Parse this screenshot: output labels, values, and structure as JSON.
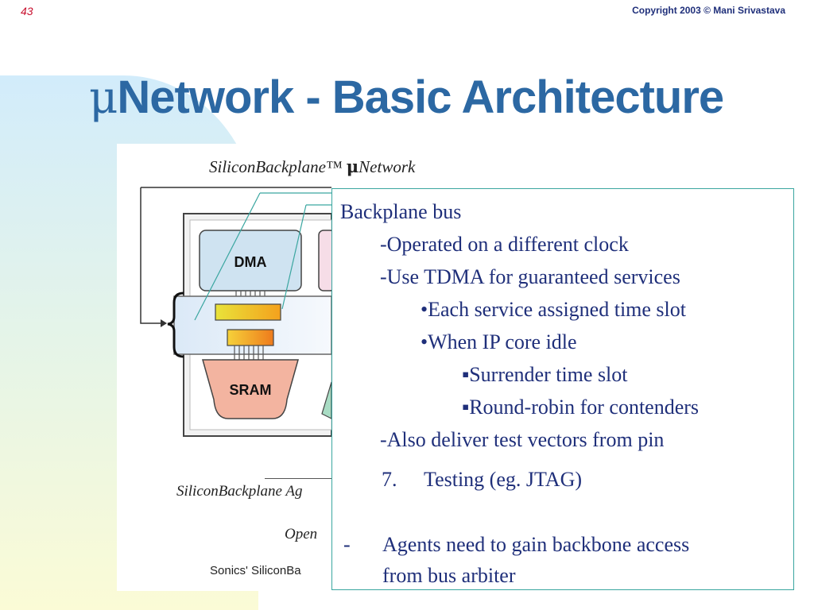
{
  "header": {
    "slide_number": "43",
    "copyright": "Copyright 2003 © Mani Srivastava"
  },
  "slide": {
    "title_mu": "μ",
    "title_rest": "Network - Basic Architecture"
  },
  "figure": {
    "caption_top_brand": "SiliconBackplane™ ",
    "caption_top_mu": "μ",
    "caption_top_rest": "Network",
    "block_dma": "DMA",
    "block_sram": "SRAM",
    "caption_bottom": "SiliconBackplane Ag",
    "caption_open": "Open",
    "caption_sonics": "Sonics' SiliconBa"
  },
  "callout": {
    "lines": [
      "Backplane bus",
      "-Operated on a different clock",
      "-Use TDMA for guaranteed services",
      "•Each service assigned time slot",
      "•When IP core idle",
      "▪Surrender time slot",
      "▪Round-robin for contenders",
      "-Also deliver test vectors from pin"
    ]
  },
  "lower": {
    "item_number": "7.",
    "item_text": "Testing (eg. JTAG)",
    "bullet_mark": "-",
    "bullet_line1": "Agents need to gain backbone access",
    "bullet_line2": "from bus arbiter"
  },
  "colors": {
    "title": "#2c68a3",
    "body_text": "#1f2f7a",
    "slide_number": "#c8102e",
    "callout_border": "#3aa6a0"
  }
}
